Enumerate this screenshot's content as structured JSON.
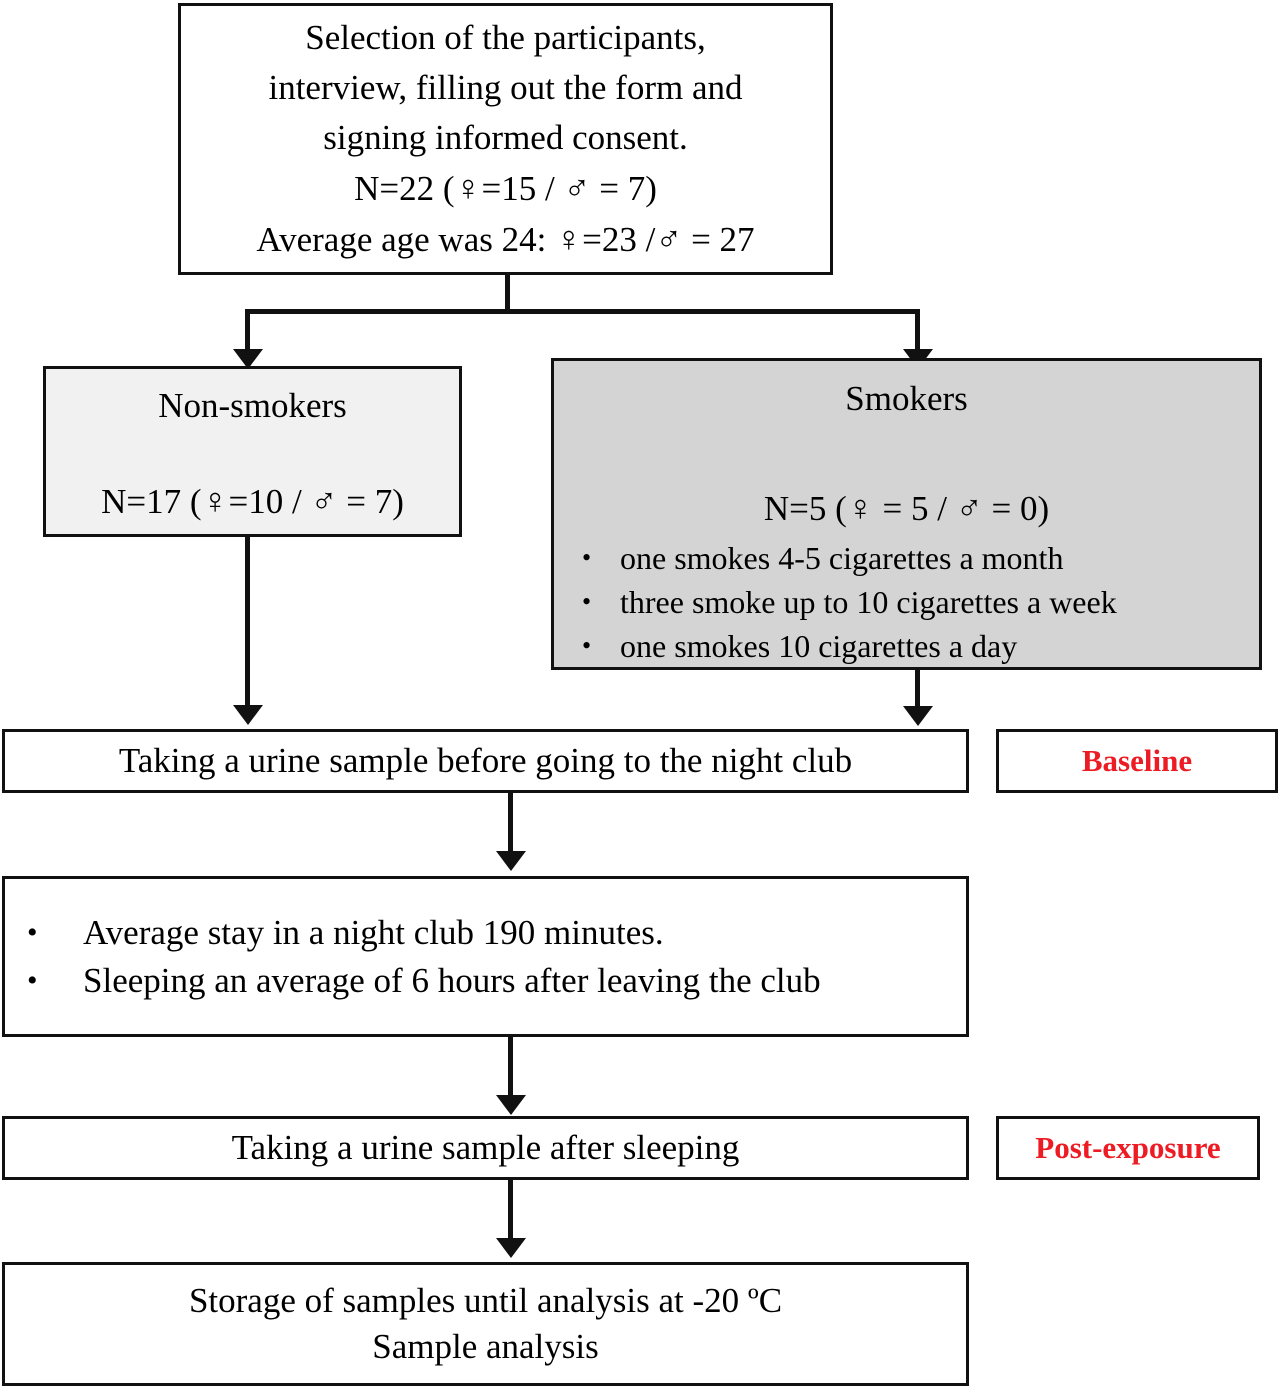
{
  "diagram": {
    "title": "Study participant flow diagram",
    "colors": {
      "stroke": "#111111",
      "accent_red": "#ED1C24",
      "fill_light_gray": "#f1f1f1",
      "fill_gray": "#d4d4d4",
      "background": "#ffffff"
    }
  },
  "nodes": {
    "selection": {
      "id": "selection-box",
      "lines": [
        "Selection of the participants,",
        "interview, filling out the form and",
        "signing informed consent."
      ],
      "count_line": {
        "prefix": "N=22 (",
        "female_symbol": "♀",
        "female_value": "=15 / ",
        "male_symbol": "♂",
        "male_value": " = 7)"
      },
      "age_line": {
        "prefix": "Average age was 24: ",
        "female_symbol": "♀",
        "female_value": "=23 /",
        "male_symbol": "♂",
        "male_value": " = 27"
      }
    },
    "non_smokers": {
      "id": "non-smokers-box",
      "heading": "Non-smokers",
      "count_line": {
        "prefix": "N=17 (",
        "female_symbol": "♀",
        "female_value": "=10 / ",
        "male_symbol": "♂",
        "male_value": " = 7)"
      }
    },
    "smokers": {
      "id": "smokers-box",
      "heading": "Smokers",
      "count_line": {
        "prefix": "N=5 (",
        "female_symbol": "♀",
        "female_value": " = 5 / ",
        "male_symbol": "♂",
        "male_value": " = 0)"
      },
      "bullets": [
        "one smokes 4-5 cigarettes a month",
        "three smoke up to 10 cigarettes a week",
        "one smokes 10 cigarettes a day"
      ]
    },
    "baseline_sample": {
      "id": "baseline-sample-box",
      "text": "Taking a urine sample before going to the night club"
    },
    "baseline_label": {
      "id": "baseline-label-box",
      "text": "Baseline"
    },
    "night_club": {
      "id": "night-club-box",
      "bullets": [
        "Average stay in a night club 190 minutes.",
        "Sleeping an average of 6 hours after leaving the club"
      ]
    },
    "post_sample": {
      "id": "post-exposure-sample-box",
      "text": "Taking a urine sample after sleeping"
    },
    "post_label": {
      "id": "post-exposure-label-box",
      "text": "Post-exposure"
    },
    "storage": {
      "id": "storage-box",
      "lines": [
        "Storage of samples until analysis at -20 ºC",
        "Sample analysis"
      ]
    }
  },
  "edges": [
    {
      "from": "selection",
      "to": "non_smokers"
    },
    {
      "from": "selection",
      "to": "smokers"
    },
    {
      "from": "non_smokers",
      "to": "baseline_sample"
    },
    {
      "from": "smokers",
      "to": "baseline_sample"
    },
    {
      "from": "baseline_sample",
      "to": "night_club"
    },
    {
      "from": "night_club",
      "to": "post_sample"
    },
    {
      "from": "post_sample",
      "to": "storage"
    }
  ]
}
